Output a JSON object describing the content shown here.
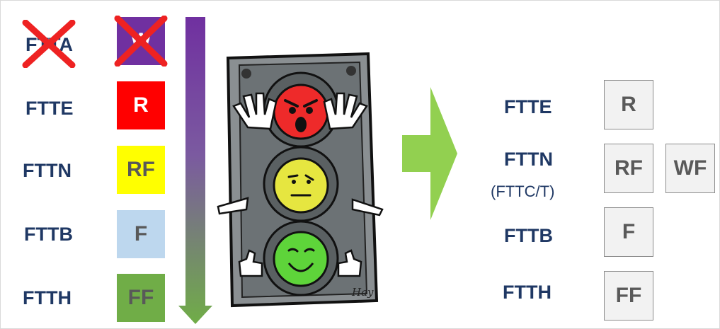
{
  "left": {
    "rows": [
      {
        "tech": "FTTA",
        "code": "W",
        "crossed": true
      },
      {
        "tech": "FTTE",
        "code": "R"
      },
      {
        "tech": "FTTN",
        "code": "RF"
      },
      {
        "tech": "FTTB",
        "code": "F"
      },
      {
        "tech": "FTTH",
        "code": "FF"
      }
    ]
  },
  "right": {
    "rows": [
      {
        "tech": "FTTE",
        "codes": [
          "R"
        ]
      },
      {
        "tech": "FTTN",
        "sub": "(FTTC/T)",
        "codes": [
          "RF",
          "WF"
        ]
      },
      {
        "tech": "FTTB",
        "codes": [
          "F"
        ]
      },
      {
        "tech": "FTTH",
        "codes": [
          "FF"
        ]
      }
    ]
  },
  "signature": "Hay",
  "colors": {
    "text": "#1f3864",
    "purple": "#7030a0",
    "red": "#ff0000",
    "yellow": "#ffff00",
    "light_blue": "#bdd7ee",
    "green": "#70ad47",
    "arrow_green": "#92d050"
  }
}
